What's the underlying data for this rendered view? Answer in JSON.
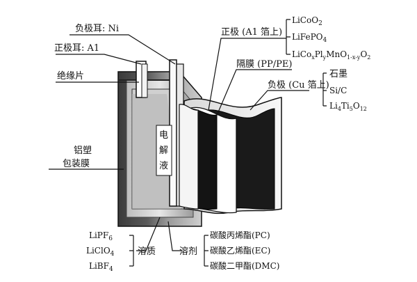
{
  "labels": {
    "negative_tab": "负极耳: Ni",
    "positive_tab": "正极耳: A1",
    "insulator": "绝缘片",
    "casing_line1": "铝塑",
    "casing_line2": "包装膜",
    "positive_electrode": "正极 (A1 箔上)",
    "separator": "隔膜 (PP/PE)",
    "negative_electrode": "负极 (Cu 箔上)",
    "electrolyte_chars": [
      "电",
      "解",
      "液"
    ],
    "solute": "溶质",
    "solvent": "溶剂"
  },
  "positive_materials": [
    {
      "base": "LiCoO",
      "sub": "2",
      "tail": ""
    },
    {
      "base": "LiFePO",
      "sub": "4",
      "tail": ""
    },
    {
      "base": "LiCo",
      "sub": "x",
      "mid": "Pl",
      "sub2": "y",
      "mid2": "MnO",
      "sub3": "1-x-y",
      "mid3": "O",
      "sub4": "2"
    }
  ],
  "negative_materials": [
    {
      "text": "石墨"
    },
    {
      "text": "Si/C"
    },
    {
      "base": "Li",
      "sub": "4",
      "mid": "Ti",
      "sub2": "5",
      "mid2": "O",
      "sub3": "12"
    }
  ],
  "solutes": [
    {
      "base": "LiPF",
      "sub": "6"
    },
    {
      "base": "LiClO",
      "sub": "4"
    },
    {
      "base": "LiBF",
      "sub": "4"
    }
  ],
  "solvents": [
    "碳酸丙烯酯(PC)",
    "碳酸乙烯酯(EC)",
    "碳酸二甲酯(DMC)"
  ],
  "colors": {
    "ink": "#111111",
    "casing_dark": "#2a2a2a",
    "casing_mid": "#8a8a8a",
    "electrode_black": "#1a1a1a"
  }
}
